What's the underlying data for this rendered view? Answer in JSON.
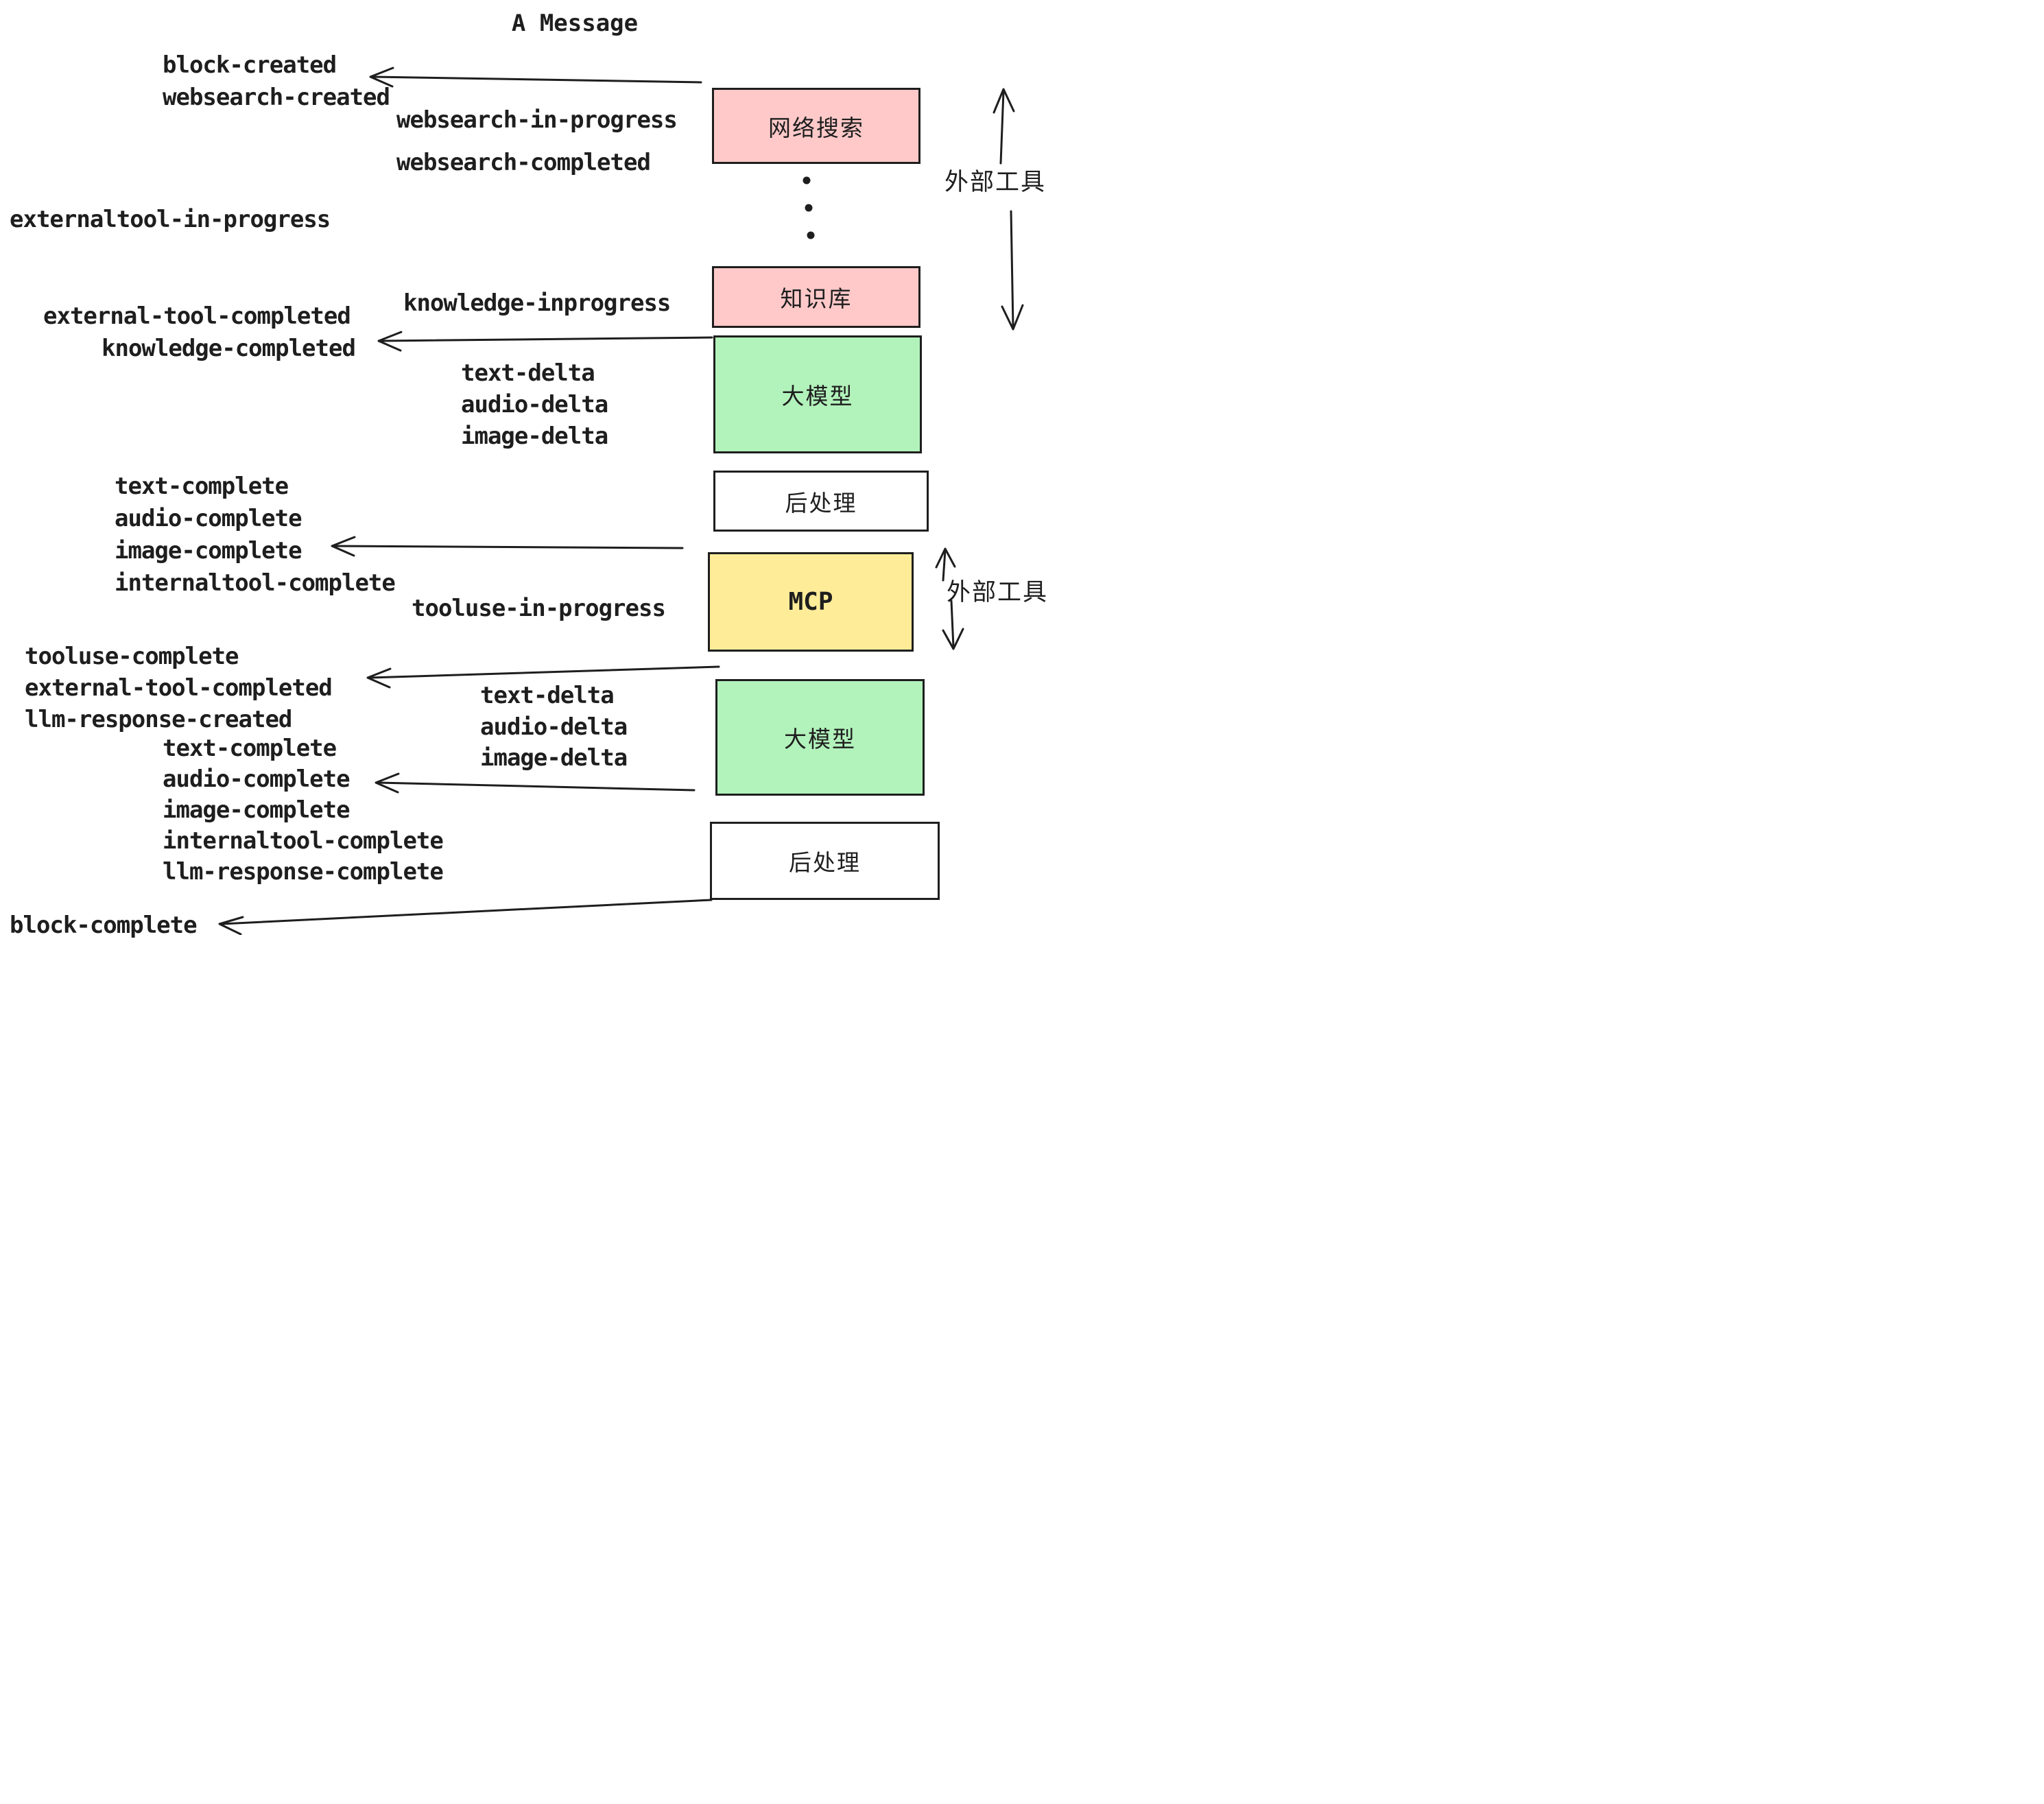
{
  "title": "A Message",
  "colors": {
    "pink": "#ffc9c9",
    "green": "#b2f2bb",
    "yellow": "#ffec99",
    "white": "#ffffff",
    "ink": "#1e1e1e",
    "background": "#ffffff"
  },
  "boxes": [
    {
      "id": "websearch",
      "label": "网络搜索",
      "color": "pink"
    },
    {
      "id": "knowledge",
      "label": "知识库",
      "color": "pink"
    },
    {
      "id": "llm-1",
      "label": "大模型",
      "color": "green"
    },
    {
      "id": "postprocess-1",
      "label": "后处理",
      "color": "white"
    },
    {
      "id": "mcp",
      "label": "MCP",
      "color": "yellow"
    },
    {
      "id": "llm-2",
      "label": "大模型",
      "color": "green"
    },
    {
      "id": "postprocess-2",
      "label": "后处理",
      "color": "white"
    }
  ],
  "events": [
    {
      "text": "block-created"
    },
    {
      "text": "websearch-created"
    },
    {
      "text": "websearch-in-progress"
    },
    {
      "text": "websearch-completed"
    },
    {
      "text": "externaltool-in-progress"
    },
    {
      "text": "knowledge-inprogress"
    },
    {
      "text": "external-tool-completed"
    },
    {
      "text": "knowledge-completed"
    },
    {
      "text": "text-delta"
    },
    {
      "text": "audio-delta"
    },
    {
      "text": "image-delta"
    },
    {
      "text": "text-complete"
    },
    {
      "text": "audio-complete"
    },
    {
      "text": "image-complete"
    },
    {
      "text": "internaltool-complete"
    },
    {
      "text": "tooluse-in-progress"
    },
    {
      "text": "tooluse-complete"
    },
    {
      "text": "external-tool-completed"
    },
    {
      "text": "llm-response-created"
    },
    {
      "text": "text-delta"
    },
    {
      "text": "audio-delta"
    },
    {
      "text": "image-delta"
    },
    {
      "text": "text-complete"
    },
    {
      "text": "audio-complete"
    },
    {
      "text": "image-complete"
    },
    {
      "text": "internaltool-complete"
    },
    {
      "text": "llm-response-complete"
    },
    {
      "text": "block-complete"
    }
  ],
  "side_labels": [
    "外部工具",
    "外部工具"
  ],
  "ellipsis": {
    "icon": "vertical-ellipsis-dots",
    "count": 3
  }
}
